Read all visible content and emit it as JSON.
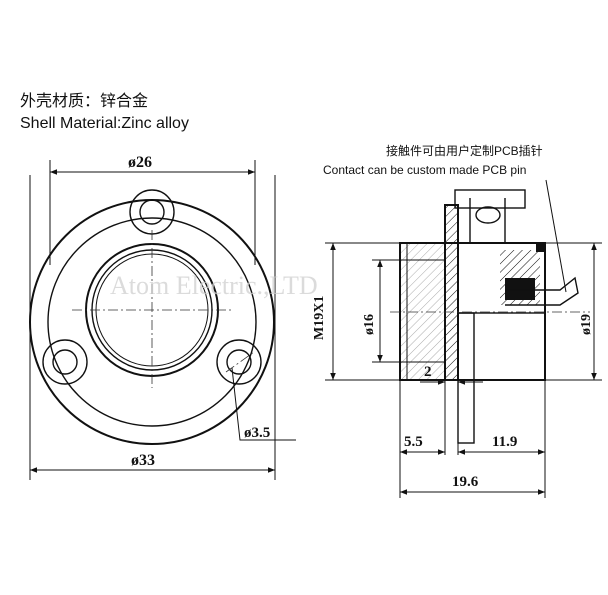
{
  "material": {
    "line_cn": "外壳材质：锌合金",
    "line_en": "Shell Material:Zinc alloy"
  },
  "contact_note": {
    "line_cn": "接触件可由用户定制PCB插针",
    "line_en": "Contact can be custom made PCB pin"
  },
  "watermark": "Atom Electric.,LTD",
  "dimensions": {
    "front_width": "ø26",
    "front_outer": "ø33",
    "hole": "ø3.5",
    "thread": "M19X1",
    "inner_dia": "ø16",
    "outer_dia": "ø19",
    "flange": "2",
    "front_depth": "5.5",
    "rear_depth": "11.9",
    "total_length": "19.6"
  }
}
